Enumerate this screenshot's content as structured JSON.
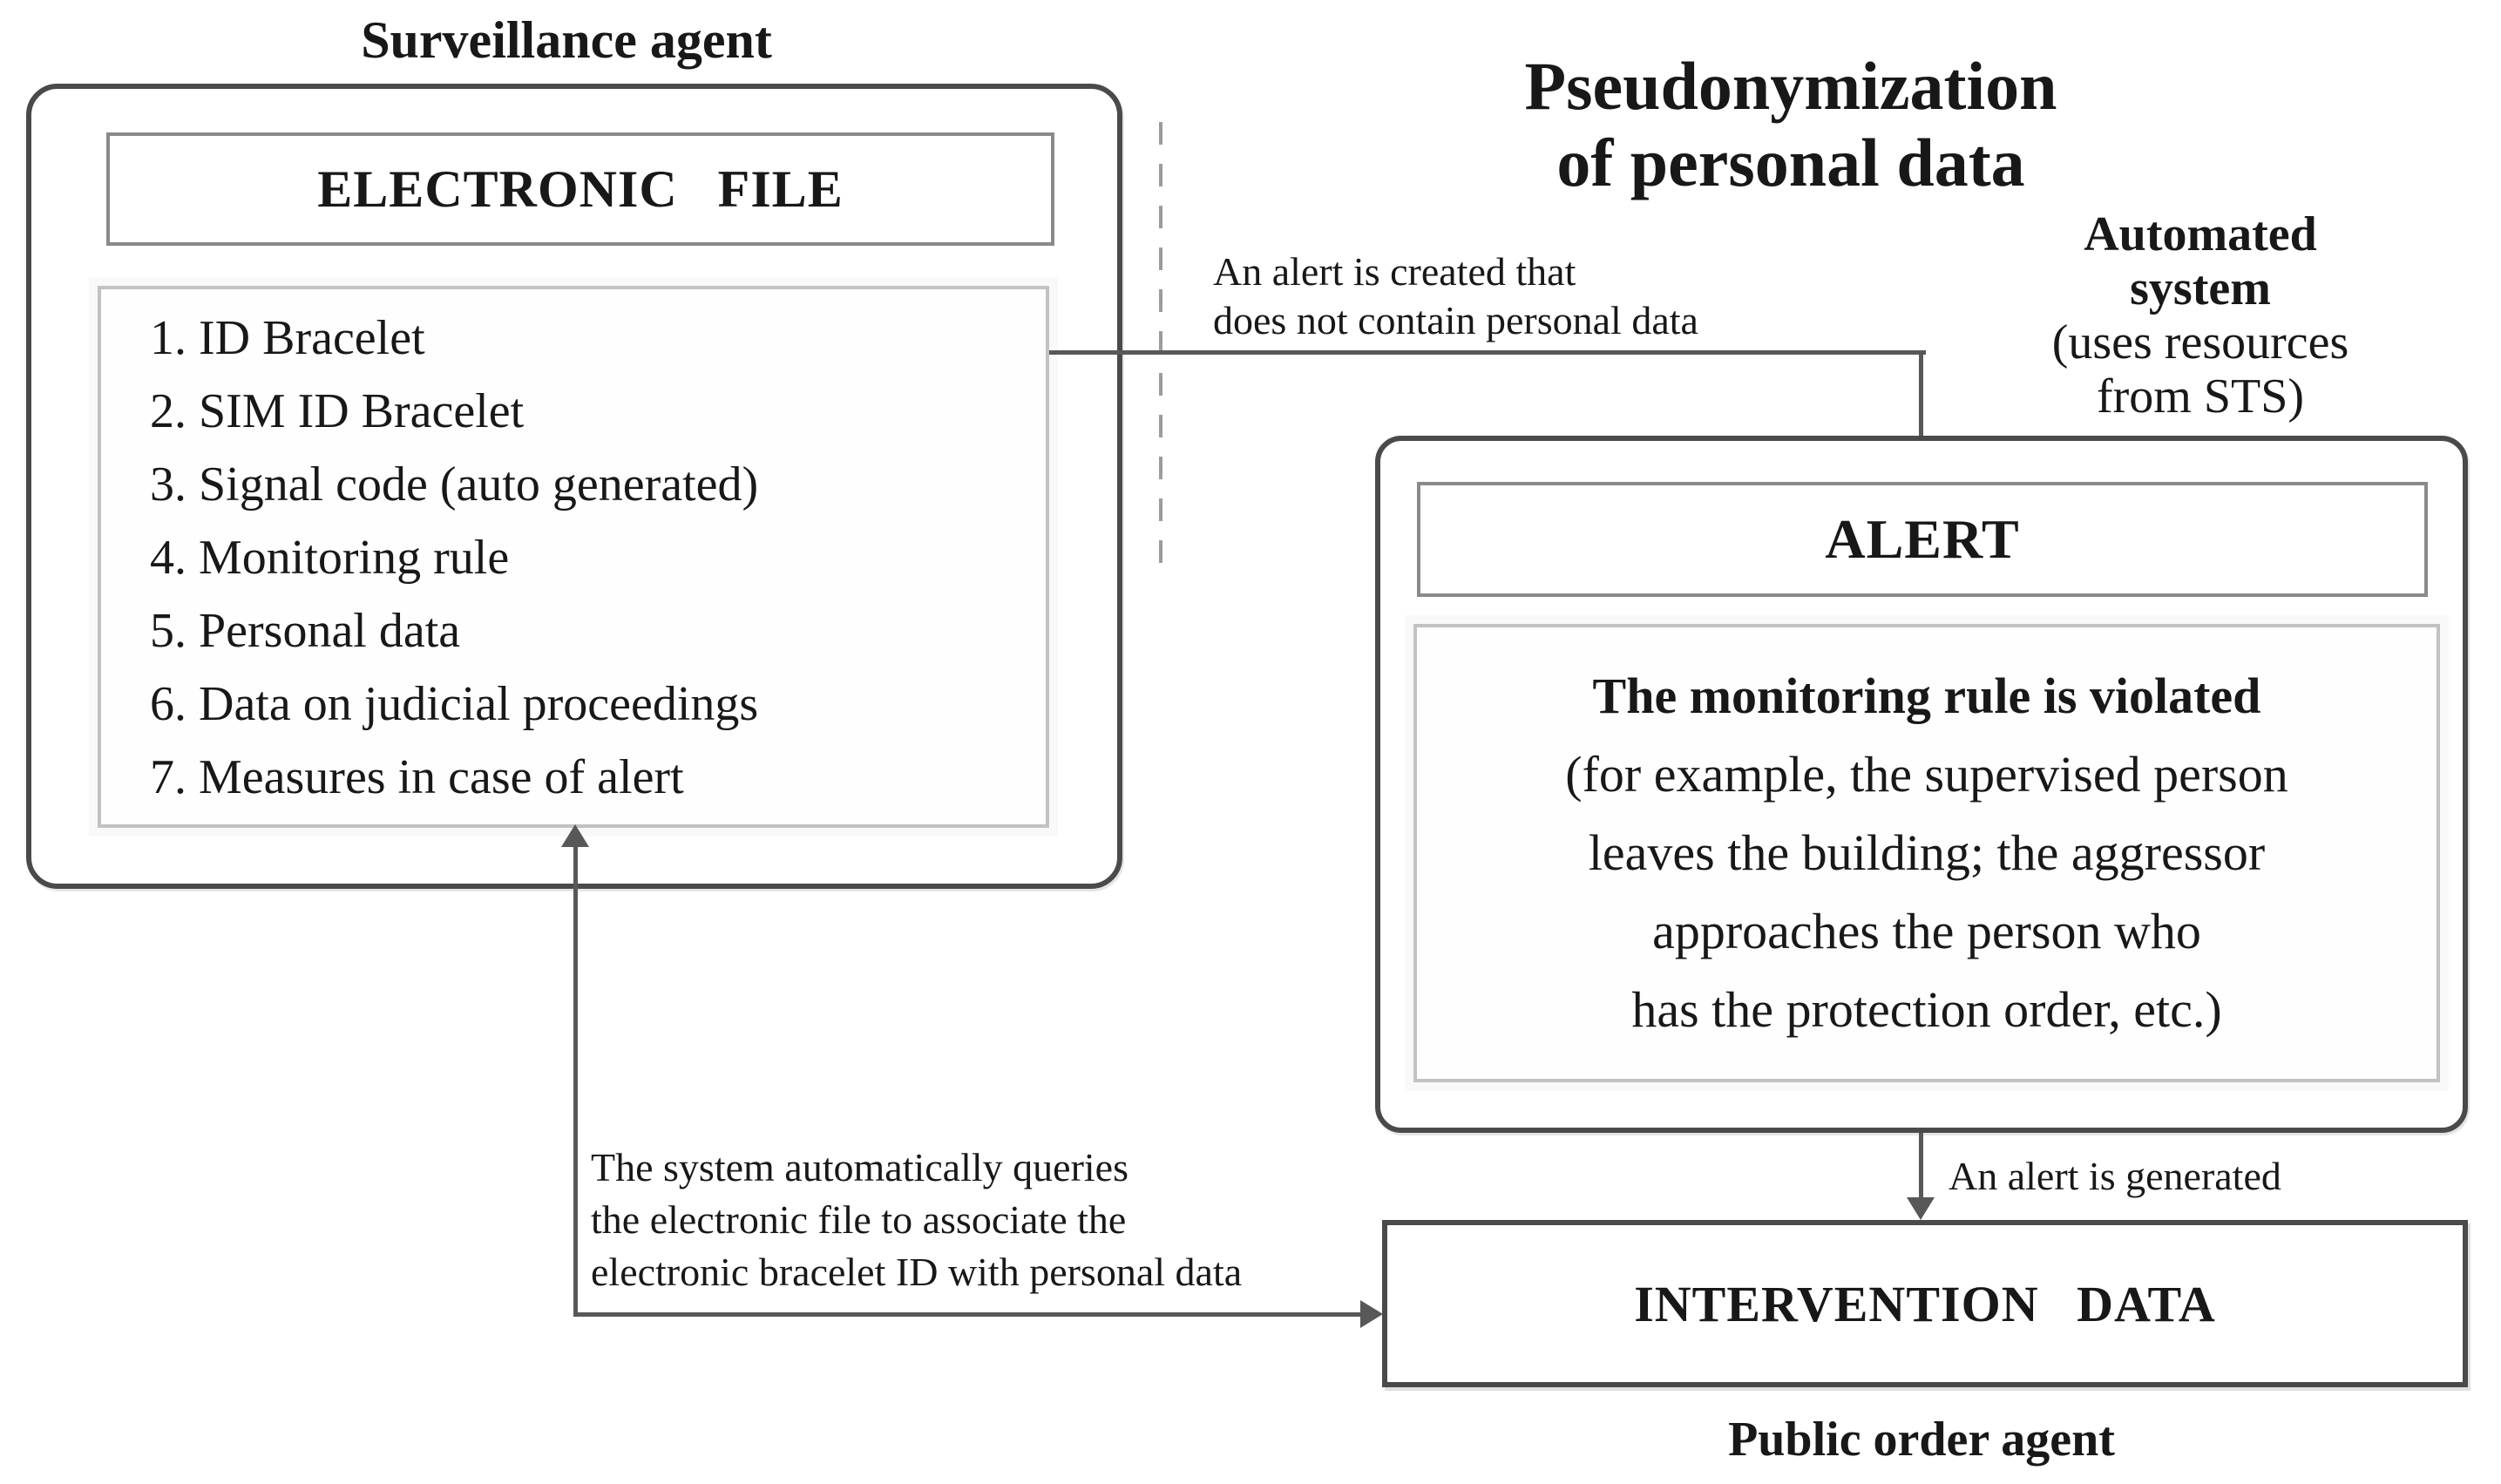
{
  "diagram": {
    "surveillance": {
      "agent_label": "Surveillance agent",
      "electronic_file_header": "ELECTRONIC FILE",
      "file_items": [
        "1. ID Bracelet",
        "2. SIM ID Bracelet",
        "3. Signal code (auto generated)",
        "4. Monitoring rule",
        "5. Personal data",
        "6. Data on judicial proceedings",
        "7. Measures in case of alert"
      ]
    },
    "pseudonymization_title": {
      "line1": "Pseudonymization",
      "line2": "of personal data"
    },
    "automated_system": {
      "line1": "Automated",
      "line2": "system",
      "line3": "(uses resources",
      "line4": "from STS)"
    },
    "alert": {
      "header": "ALERT",
      "emphasis": "The monitoring rule is violated",
      "details": [
        "(for example, the supervised person",
        "leaves the building; the aggressor",
        "approaches the person who",
        "has the protection order, etc.)"
      ]
    },
    "intervention": {
      "header": "INTERVENTION DATA",
      "agent_label": "Public order agent"
    },
    "edge_labels": {
      "alert_created": [
        "An alert is created that",
        "does not contain personal data"
      ],
      "alert_generated": "An alert is generated",
      "system_queries": [
        "The system automatically queries",
        "the electronic file to associate the",
        "electronic bracelet ID with personal data"
      ]
    },
    "colors": {
      "background": "#ffffff",
      "text": "#181818",
      "box_border_dark": "#4a4a4a",
      "box_border_mid": "#8a8a8a",
      "box_border_light": "#c2c2c2",
      "line": "#585858",
      "dashed_line": "#9c9c9c"
    }
  }
}
